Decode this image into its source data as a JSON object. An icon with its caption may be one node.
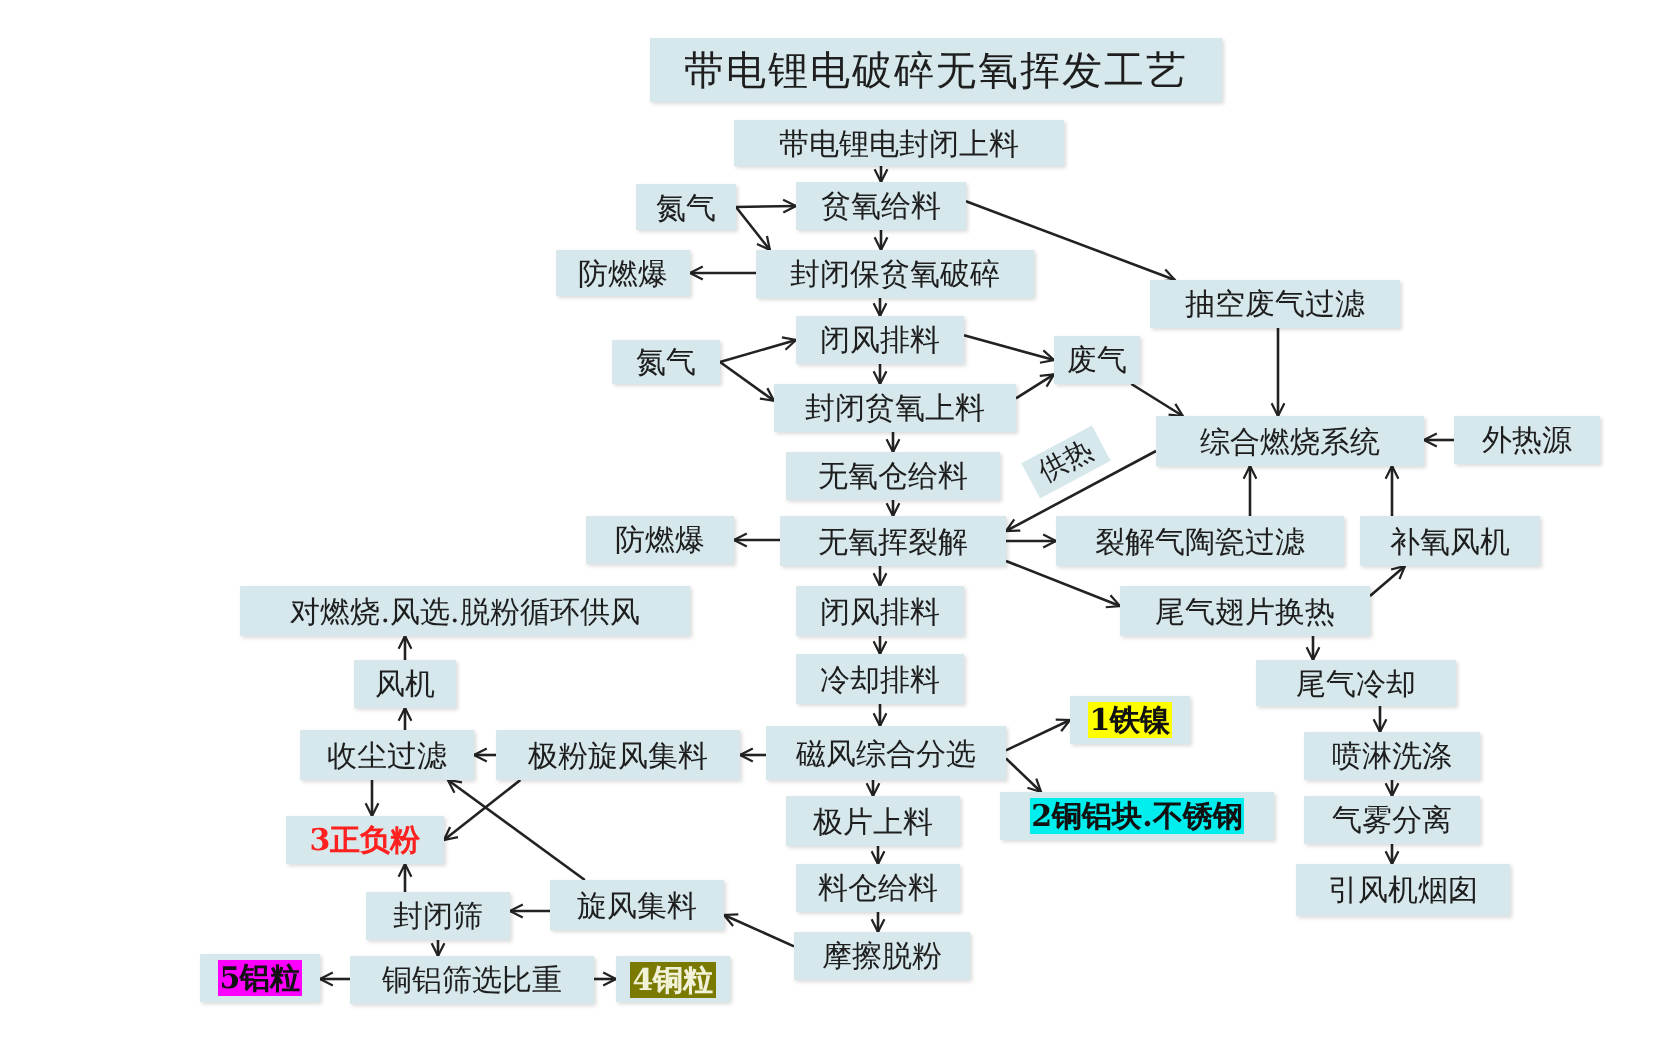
{
  "diagram": {
    "title": "带电锂电破碎无氧挥发工艺",
    "nodes": [
      {
        "text": [
          "带电锂电封闭上料"
        ]
      },
      {
        "text": [
          "氮气"
        ]
      },
      {
        "text": [
          "贫氧给料"
        ]
      },
      {
        "text": [
          "防燃爆"
        ]
      },
      {
        "text": [
          "封闭保贫氧破碎"
        ]
      },
      {
        "text": [
          "抽空废气过滤"
        ]
      },
      {
        "text": [
          "氮气"
        ]
      },
      {
        "text": [
          "闭风排料"
        ]
      },
      {
        "text": [
          "废气"
        ]
      },
      {
        "text": [
          "封闭贫氧上料"
        ]
      },
      {
        "text": [
          "综合燃烧系统"
        ]
      },
      {
        "text": [
          "外热源"
        ]
      },
      {
        "text": [
          "无氧仓给料"
        ]
      },
      {
        "text": [
          "防燃爆"
        ]
      },
      {
        "text": [
          "无氧挥裂解"
        ]
      },
      {
        "text": [
          "裂解气陶瓷过滤"
        ]
      },
      {
        "text": [
          "补氧风机"
        ]
      },
      {
        "text": [
          "对燃烧.风选.脱粉循环供风"
        ]
      },
      {
        "text": [
          "闭风排料"
        ]
      },
      {
        "text": [
          "尾气翅片换热"
        ]
      },
      {
        "text": [
          "风机"
        ]
      },
      {
        "text": [
          "冷却排料"
        ]
      },
      {
        "text": [
          "尾气冷却"
        ]
      },
      {
        "text": [
          "收尘过滤"
        ]
      },
      {
        "text": [
          "极粉旋风集料"
        ]
      },
      {
        "text": [
          "磁风综合分选"
        ]
      },
      {
        "text": [
          "1铁镍"
        ]
      },
      {
        "text": [
          "喷淋洗涤"
        ]
      },
      {
        "text": [
          "3正负粉"
        ]
      },
      {
        "text": [
          "极片上料"
        ]
      },
      {
        "text": [
          "2铜铝块.不锈钢"
        ]
      },
      {
        "text": [
          "气雾分离"
        ]
      },
      {
        "text": [
          "料仓给料"
        ]
      },
      {
        "text": [
          "引风机烟囱"
        ]
      },
      {
        "text": [
          "封闭筛"
        ]
      },
      {
        "text": [
          "旋风集料"
        ]
      },
      {
        "text": [
          "摩擦脱粉"
        ]
      },
      {
        "text": [
          "5铝粒"
        ]
      },
      {
        "text": [
          "铜铝筛选比重"
        ]
      },
      {
        "text": [
          "4铜粒"
        ]
      }
    ],
    "edges": [
      {
        "from": 0,
        "to": 2,
        "arrow": "to"
      },
      {
        "from": 1,
        "to": 2,
        "arrow": "to"
      },
      {
        "from": 1,
        "to": 4,
        "arrow": "to"
      },
      {
        "from": 2,
        "to": 4,
        "arrow": "to"
      },
      {
        "from": 2,
        "to": 5,
        "arrow": "to"
      },
      {
        "from": 4,
        "to": 3,
        "arrow": "to"
      },
      {
        "from": 4,
        "to": 7,
        "arrow": "to"
      },
      {
        "from": 6,
        "to": 7,
        "arrow": "to"
      },
      {
        "from": 6,
        "to": 9,
        "arrow": "to"
      },
      {
        "from": 7,
        "to": 9,
        "arrow": "to"
      },
      {
        "from": 7,
        "to": 8,
        "arrow": "to"
      },
      {
        "from": 9,
        "to": 8,
        "arrow": "to"
      },
      {
        "from": 5,
        "to": 10,
        "arrow": "to"
      },
      {
        "from": 8,
        "to": 10,
        "arrow": "to"
      },
      {
        "from": 11,
        "to": 10,
        "arrow": "to"
      },
      {
        "from": 9,
        "to": 12,
        "arrow": "to"
      },
      {
        "from": 10,
        "to": 14,
        "arrow": "to",
        "label": "供热"
      },
      {
        "from": 12,
        "to": 14,
        "arrow": "to"
      },
      {
        "from": 14,
        "to": 13,
        "arrow": "to"
      },
      {
        "from": 14,
        "to": 15,
        "arrow": "to"
      },
      {
        "from": 15,
        "to": 10,
        "arrow": "to"
      },
      {
        "from": 14,
        "to": 19,
        "arrow": "to"
      },
      {
        "from": 19,
        "to": 16,
        "arrow": "to"
      },
      {
        "from": 16,
        "to": 10,
        "arrow": "to"
      },
      {
        "from": 14,
        "to": 18,
        "arrow": "to"
      },
      {
        "from": 18,
        "to": 21,
        "arrow": "to"
      },
      {
        "from": 21,
        "to": 25,
        "arrow": "to"
      },
      {
        "from": 19,
        "to": 22,
        "arrow": "to"
      },
      {
        "from": 22,
        "to": 27,
        "arrow": "to"
      },
      {
        "from": 25,
        "to": 24,
        "arrow": "to"
      },
      {
        "from": 25,
        "to": 26,
        "arrow": "to"
      },
      {
        "from": 25,
        "to": 30,
        "arrow": "to"
      },
      {
        "from": 25,
        "to": 29,
        "arrow": "to"
      },
      {
        "from": 27,
        "to": 31,
        "arrow": "to"
      },
      {
        "from": 24,
        "to": 23,
        "arrow": "to"
      },
      {
        "from": 24,
        "to": 28,
        "arrow": "to"
      },
      {
        "from": 23,
        "to": 28,
        "arrow": "to"
      },
      {
        "from": 23,
        "to": 20,
        "arrow": "to"
      },
      {
        "from": 20,
        "to": 17,
        "arrow": "to"
      },
      {
        "from": 29,
        "to": 32,
        "arrow": "to"
      },
      {
        "from": 31,
        "to": 33,
        "arrow": "to"
      },
      {
        "from": 32,
        "to": 36,
        "arrow": "to"
      },
      {
        "from": 36,
        "to": 35,
        "arrow": "to"
      },
      {
        "from": 35,
        "to": 23,
        "arrow": "to"
      },
      {
        "from": 35,
        "to": 34,
        "arrow": "to"
      },
      {
        "from": 34,
        "to": 28,
        "arrow": "to"
      },
      {
        "from": 34,
        "to": 38,
        "arrow": "to"
      },
      {
        "from": 38,
        "to": 37,
        "arrow": "to"
      },
      {
        "from": 38,
        "to": 39,
        "arrow": "to"
      }
    ]
  }
}
